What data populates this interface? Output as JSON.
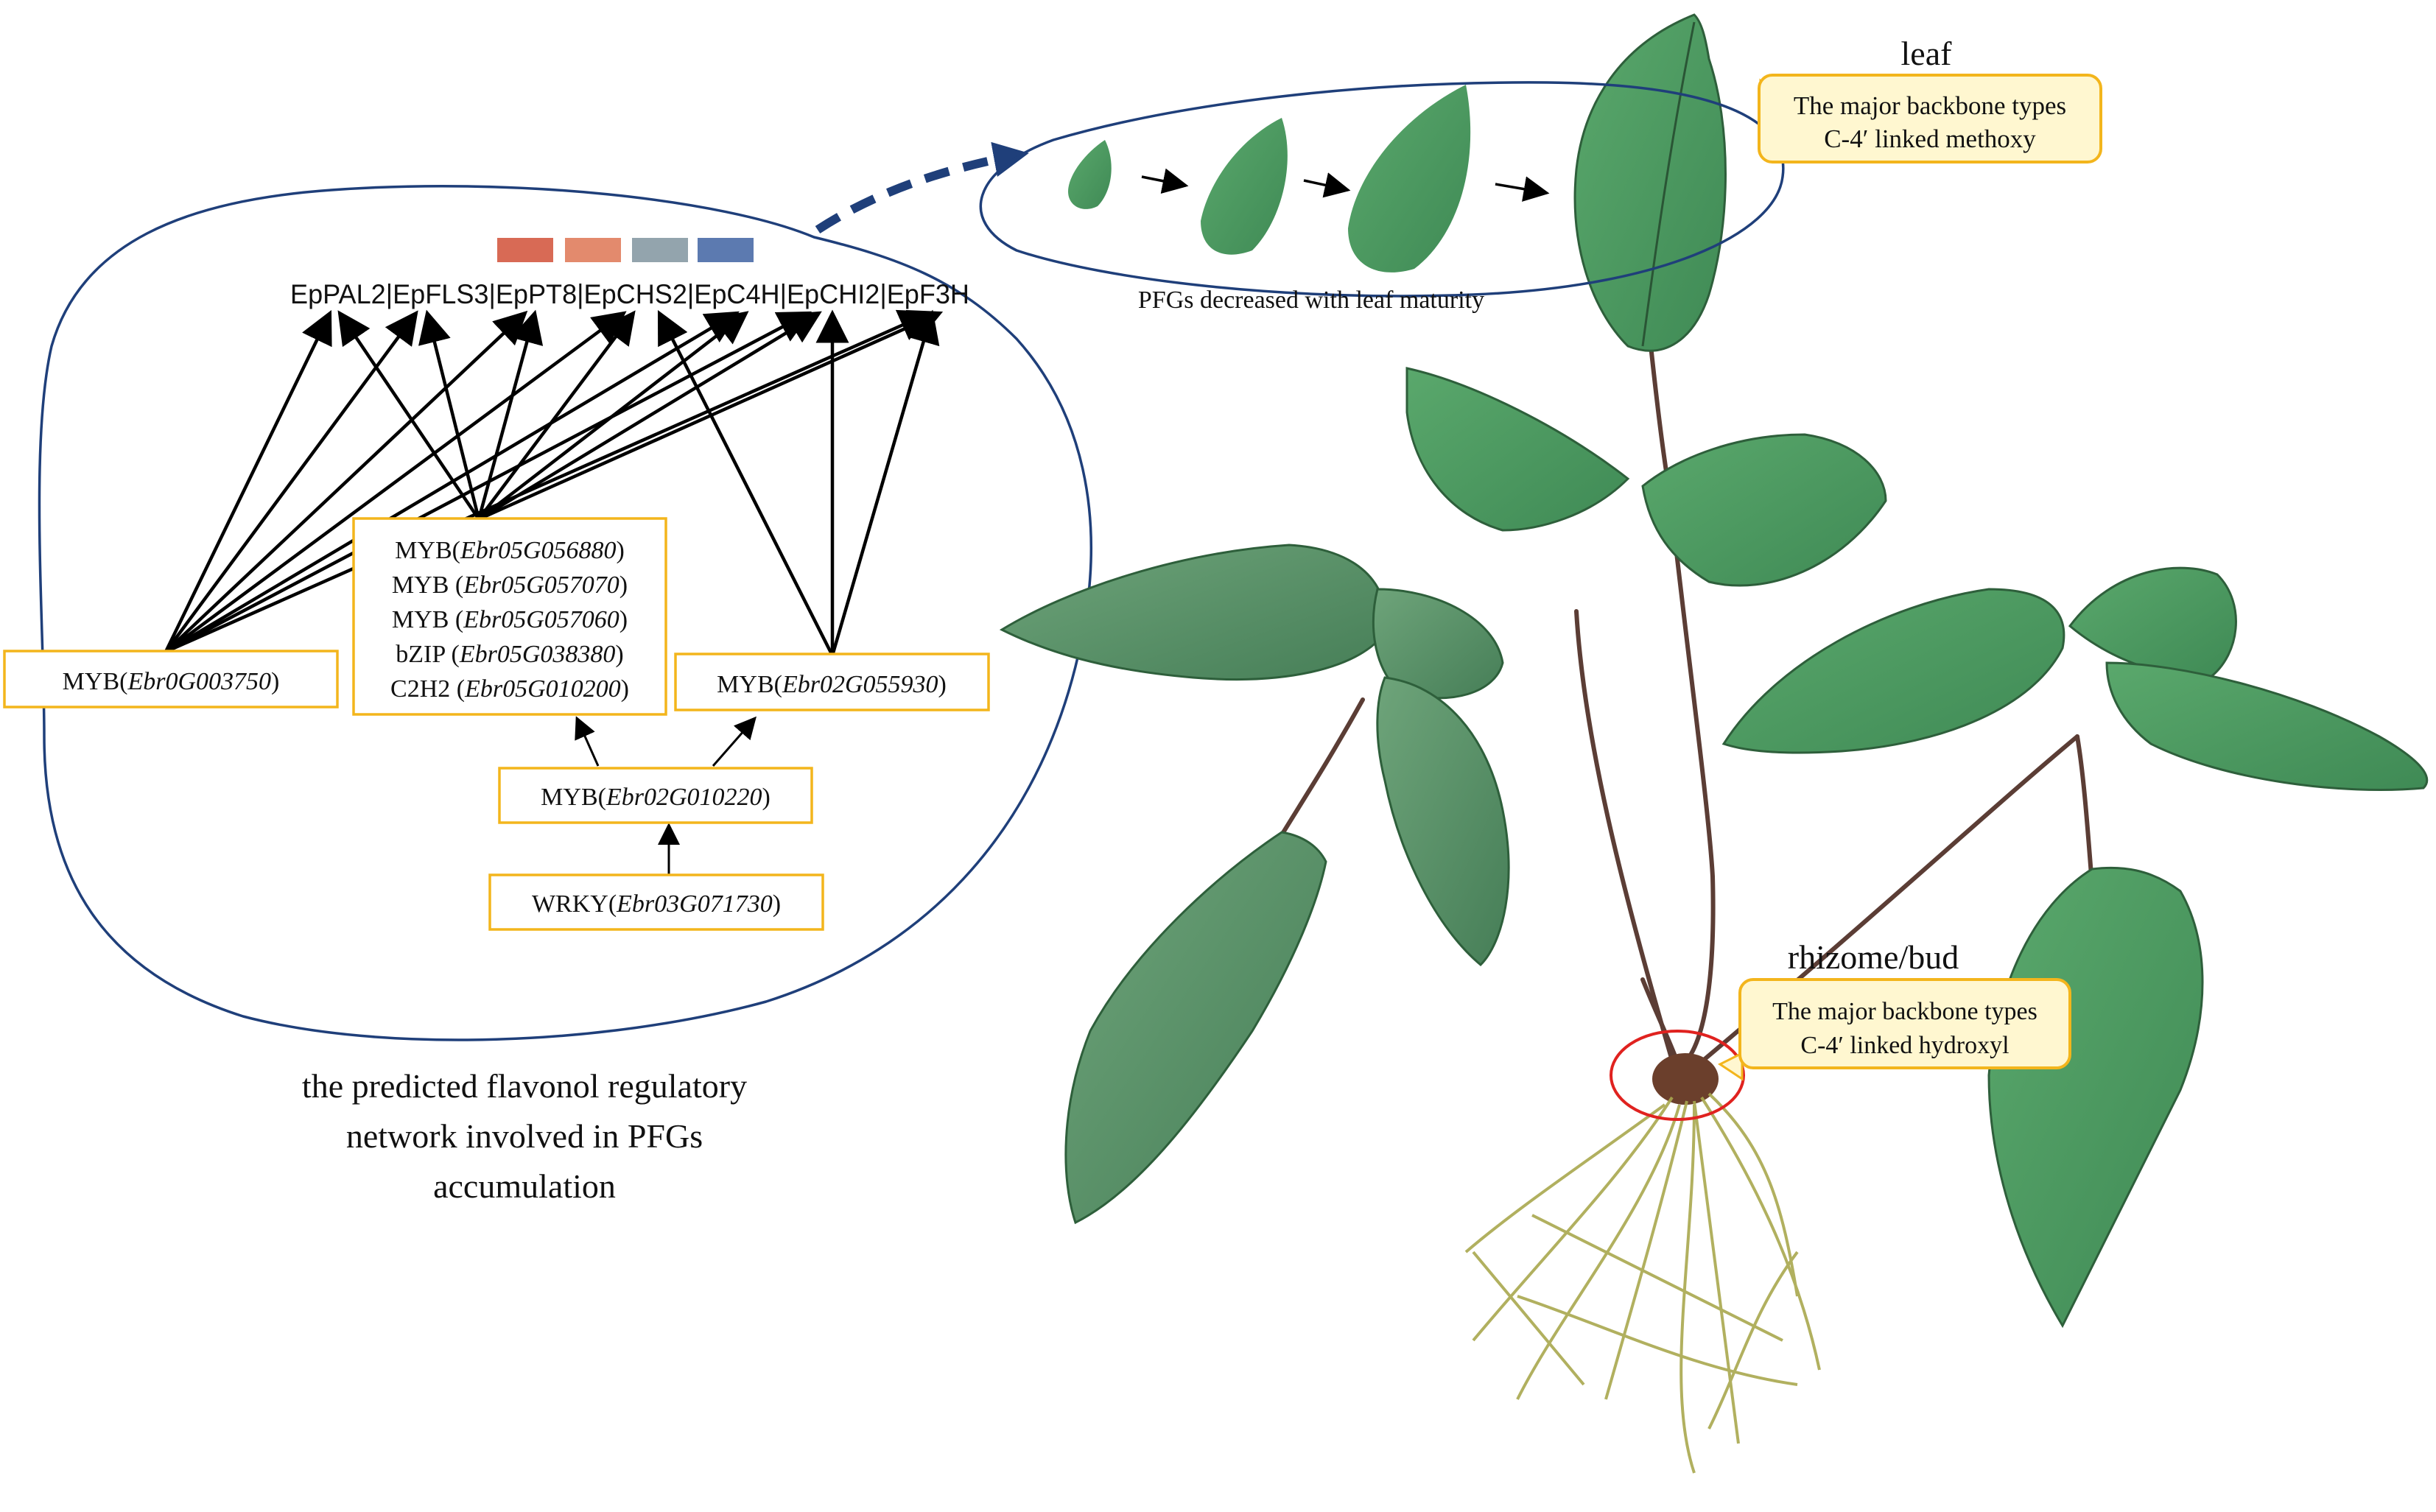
{
  "genes": [
    "EpPAL2",
    "EpFLS3",
    "EpPT8",
    "EpCHS2",
    "EpC4H",
    "EpCHI2",
    "EpF3H"
  ],
  "gene_separator": "|",
  "heat_colors": [
    "#d86a55",
    "#e38a6d",
    "#93a4ad",
    "#5c7ab0"
  ],
  "regulators": {
    "myb_left": {
      "prefix": "MYB(",
      "id": "Ebr0G003750",
      "suffix": ")"
    },
    "cluster": [
      {
        "prefix": "MYB(",
        "id": "Ebr05G056880",
        "suffix": ")"
      },
      {
        "prefix": "MYB (",
        "id": "Ebr05G057070",
        "suffix": ")"
      },
      {
        "prefix": "MYB (",
        "id": "Ebr05G057060",
        "suffix": ")"
      },
      {
        "prefix": "bZIP (",
        "id": "Ebr05G038380",
        "suffix": ")"
      },
      {
        "prefix": "C2H2 (",
        "id": "Ebr05G010200",
        "suffix": ")"
      }
    ],
    "myb_right": {
      "prefix": "MYB(",
      "id": "Ebr02G055930",
      "suffix": ")"
    },
    "myb_mid": {
      "prefix": "MYB(",
      "id": "Ebr02G010220",
      "suffix": ")"
    },
    "wrky": {
      "prefix": "WRKY(",
      "id": "Ebr03G071730",
      "suffix": ")"
    }
  },
  "network_caption": [
    "the predicted flavonol regulatory",
    "network involved in PFGs",
    "accumulation"
  ],
  "leaf_series_caption": "PFGs decreased with leaf maturity",
  "leaf_label": "leaf",
  "leaf_callout": [
    "The major backbone types",
    "C-4′ linked methoxy"
  ],
  "rhizome_label": "rhizome/bud",
  "rhizome_callout": [
    "The major backbone types",
    "C-4′ linked hydroxyl"
  ],
  "colors": {
    "outline_blue": "#1f3f7a",
    "box_yellow": "#f3b51c",
    "callout_fill": "#fff7d0",
    "leaf_green": "#4f9a62",
    "red_circle": "#e0221f",
    "root": "#a9a84e"
  }
}
